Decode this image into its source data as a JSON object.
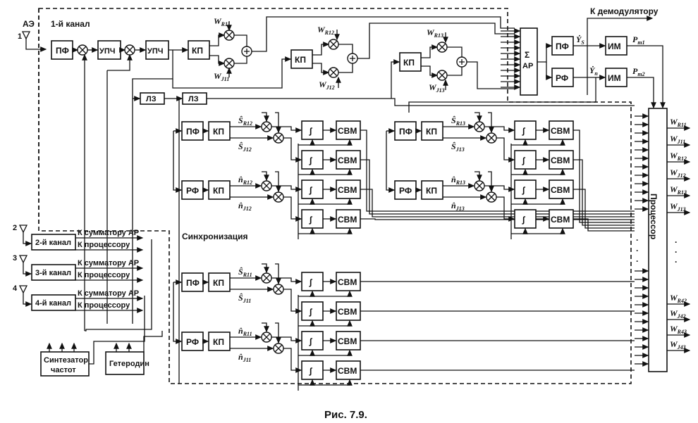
{
  "figure": {
    "caption": "Рис. 7.9.",
    "channel1_label": "1-й канал",
    "antenna_label": "АЭ",
    "antenna_number": "1",
    "to_demodulator": "К демодулятору",
    "sync_label": "Синхронизация",
    "processor_label": "Процессор",
    "sum_block": {
      "symbol": "Σ",
      "label": "АР"
    },
    "blocks": {
      "bandpass": "ПФ",
      "notch": "РФ",
      "ifa": "УПЧ",
      "quad": "КП",
      "delay": "ЛЗ",
      "integrator": "∫",
      "svm": "СВМ",
      "meter": "ИМ",
      "synth": [
        "Синтезатор",
        "частот"
      ],
      "lo": "Гетеродин"
    },
    "weights_top": [
      {
        "r": "W",
        "rs": "R11",
        "j": "W",
        "js": "J11"
      },
      {
        "r": "W",
        "rs": "R12",
        "j": "W",
        "js": "J12"
      },
      {
        "r": "W",
        "rs": "R13",
        "j": "W",
        "js": "J13"
      }
    ],
    "signal_labels": {
      "ys": {
        "main": "Ẏ",
        "sub": "S"
      },
      "yn": {
        "main": "Ẏ",
        "sub": "п"
      },
      "pm1": {
        "main": "P",
        "sub": "m1"
      },
      "pm2": {
        "main": "P",
        "sub": "m2"
      }
    },
    "sections": [
      {
        "s_r": "R12",
        "s_j": "J12",
        "n_r": "R12",
        "n_j": "J12"
      },
      {
        "s_r": "R13",
        "s_j": "J13",
        "n_r": "R13",
        "n_j": "J13"
      },
      {
        "s_r": "R11",
        "s_j": "J11",
        "n_r": "R11",
        "n_j": "J11"
      }
    ],
    "other_channels": [
      {
        "num": "2",
        "label": "2-й канал",
        "out1": "К сумматору АР",
        "out2": "К процессору"
      },
      {
        "num": "3",
        "label": "3-й канал",
        "out1": "К сумматору АР",
        "out2": "К процессору"
      },
      {
        "num": "4",
        "label": "4-й канал",
        "out1": "К сумматору АР",
        "out2": "К процессору"
      }
    ],
    "processor_outputs_top": [
      "R11",
      "J11",
      "R12",
      "J12",
      "R13",
      "J13"
    ],
    "processor_outputs_bottom": [
      "R42",
      "J42",
      "R43",
      "J43"
    ],
    "ellipsis": "·"
  }
}
